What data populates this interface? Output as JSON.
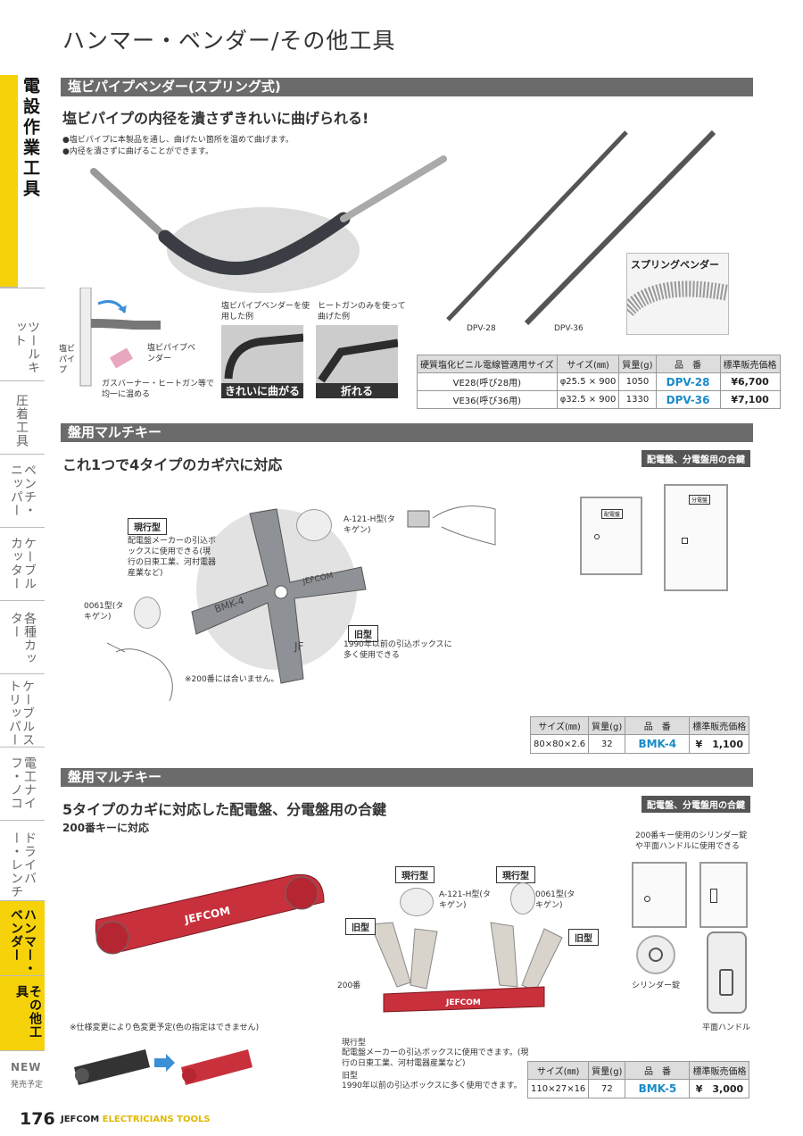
{
  "page_title": "ハンマー・ベンダー/その他工具",
  "side_nav": {
    "main_label": "電設作業工具",
    "items": [
      {
        "label": "ツールキット"
      },
      {
        "label": "圧着工具"
      },
      {
        "label": "ペンチ・ニッパー"
      },
      {
        "label": "ケーブルカッター"
      },
      {
        "label": "各種カッター"
      },
      {
        "label": "ケーブルストリッパー"
      },
      {
        "label": "電工ナイフ・ノコ"
      },
      {
        "label": "ドライバー・レンチ"
      },
      {
        "label": "ハンマー・ベンダー"
      },
      {
        "label": "その他工具"
      }
    ],
    "new_label": "NEW",
    "new_sub": "発売予定"
  },
  "section1": {
    "bar": "塩ビパイプベンダー(スプリング式)",
    "headline": "塩ビパイプの内径を潰さずきれいに曲げられる!",
    "bullets": [
      "●塩ビパイプに本製品を通し、曲げたい箇所を温めて曲げます。",
      "●内径を潰さずに曲げることができます。"
    ],
    "diagram_label_pipe": "塩ビパイプ",
    "diagram_label_bender": "塩ビパイプベンダー",
    "diagram_label_heat": "ガスバーナー・ヒートガン等で均一に温める",
    "example1_caption": "塩ビパイプベンダーを使用した例",
    "example1_label": "きれいに曲がる",
    "example2_caption": "ヒートガンのみを使って曲げた例",
    "example2_label": "折れる",
    "model_a": "DPV-28",
    "model_b": "DPV-36",
    "spring_label": "スプリングベンダー",
    "table": {
      "headers": [
        "硬質塩化ビニル電線管適用サイズ",
        "サイズ(㎜)",
        "質量(g)",
        "品　番",
        "標準販売価格"
      ],
      "rows": [
        [
          "VE28(呼び28用)",
          "φ25.5 × 900",
          "1050",
          "DPV-28",
          "¥6,700"
        ],
        [
          "VE36(呼び36用)",
          "φ32.5 × 900",
          "1330",
          "DPV-36",
          "¥7,100"
        ]
      ]
    }
  },
  "section2": {
    "bar": "盤用マルチキー",
    "headline": "これ1つで4タイプのカギ穴に対応",
    "badge": "配電盤、分電盤用の合鍵",
    "current_label": "現行型",
    "current_desc": "配電盤メーカーの引込ボックスに使用できる(現行の日東工業、河村電器産業など)",
    "type_a": "A-121-H型(タキゲン)",
    "type_b": "0061型(タキゲン)",
    "old_label": "旧型",
    "old_desc": "1990年以前の引込ボックスに多く使用できる",
    "note": "※200番には合いません。",
    "key_text1": "BMK-4",
    "key_text2": "JEFCOM",
    "key_text3": "JF",
    "panel1": "配電盤",
    "panel2": "分電盤",
    "table": {
      "headers": [
        "サイズ(㎜)",
        "質量(g)",
        "品　番",
        "標準販売価格"
      ],
      "rows": [
        [
          "80×80×2.6",
          "32",
          "BMK-4",
          "¥　1,100"
        ]
      ]
    }
  },
  "section3": {
    "bar": "盤用マルチキー",
    "headline": "5タイプのカギに対応した配電盤、分電盤用の合鍵",
    "subheadline": "200番キーに対応",
    "badge": "配電盤、分電盤用の合鍵",
    "brand": "JEFCOM",
    "current_label_a": "現行型",
    "current_label_b": "現行型",
    "type_a": "A-121-H型(タキゲン)",
    "type_b": "0061型(タキゲン)",
    "old_label_a": "旧型",
    "old_label_b": "旧型",
    "label_200": "200番",
    "panel_note": "200番キー使用のシリンダー錠や平面ハンドルに使用できる",
    "cylinder": "シリンダー錠",
    "handle": "平面ハンドル",
    "color_note": "※仕様変更により色変更予定(色の指定はできません)",
    "desc_current_title": "現行型",
    "desc_current": "配電盤メーカーの引込ボックスに使用できます。(現行の日東工業、河村電器産業など)",
    "desc_old_title": "旧型",
    "desc_old": "1990年以前の引込ボックスに多く使用できます。",
    "table": {
      "headers": [
        "サイズ(㎜)",
        "質量(g)",
        "品　番",
        "標準販売価格"
      ],
      "rows": [
        [
          "110×27×16",
          "72",
          "BMK-5",
          "¥　3,000"
        ]
      ]
    }
  },
  "footer": {
    "page_number": "176",
    "brand": "JEFCOM",
    "brand_sub": "ELECTRICIANS TOOLS"
  }
}
